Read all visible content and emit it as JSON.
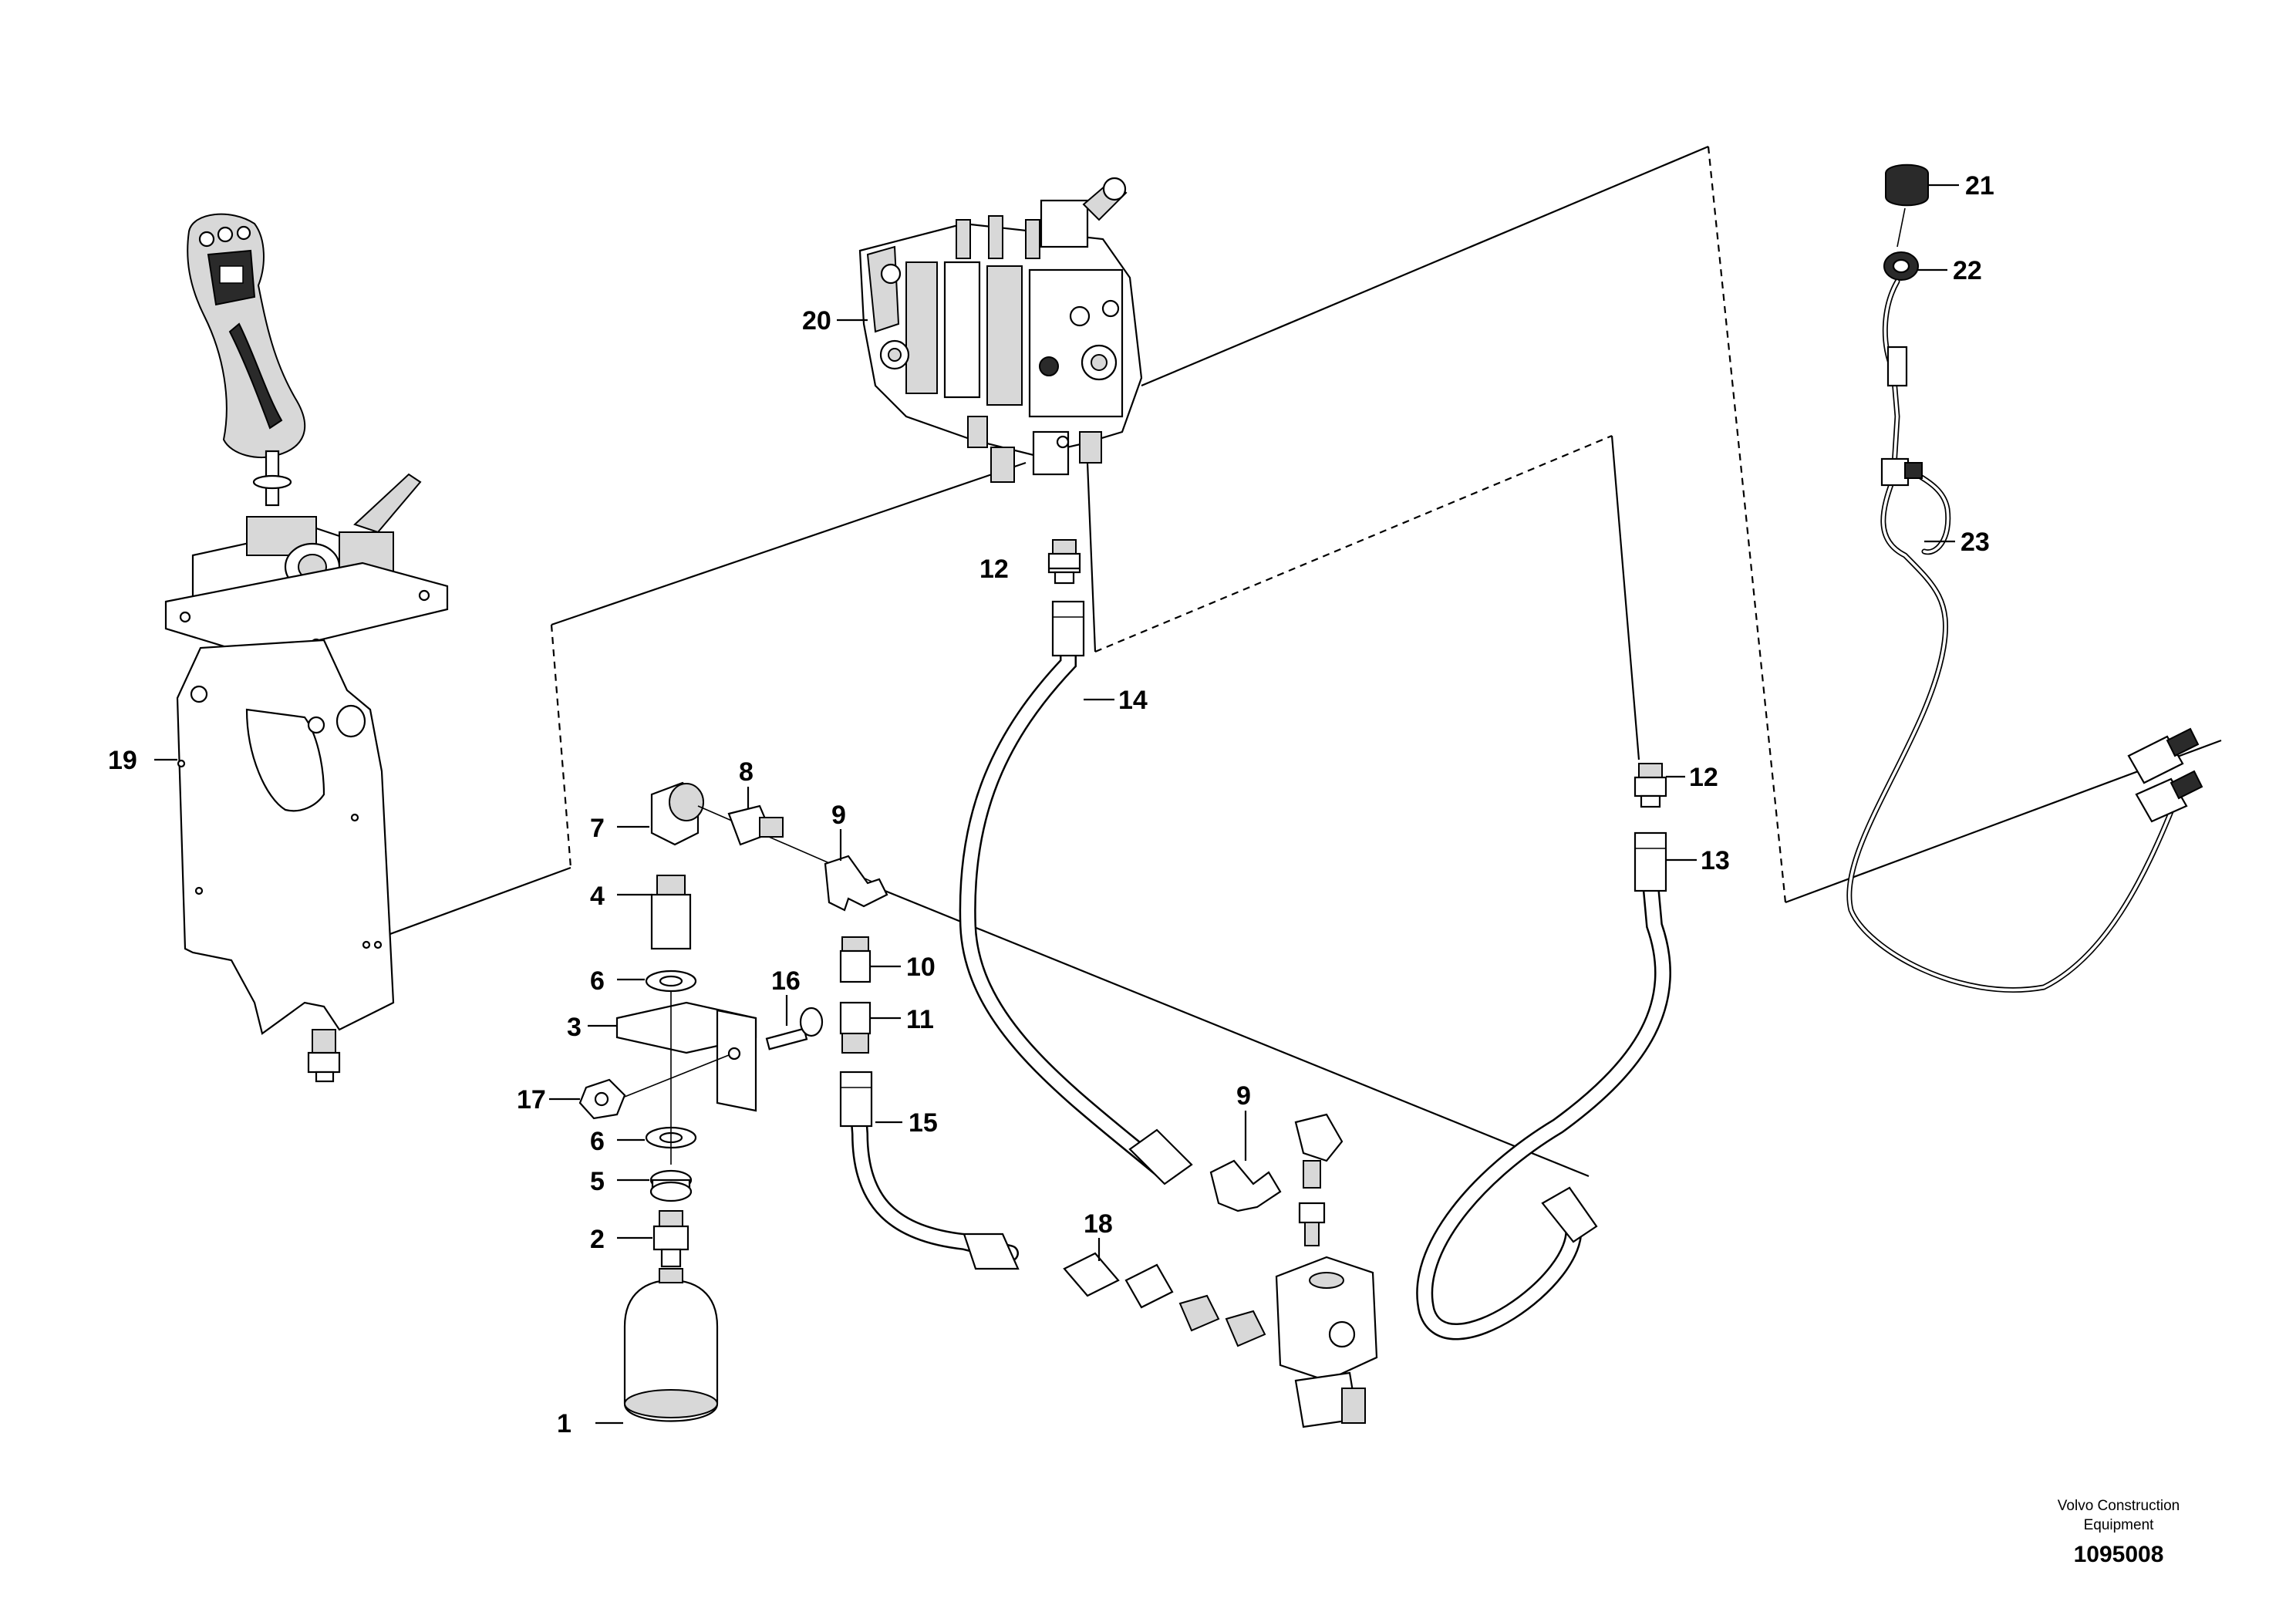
{
  "diagram": {
    "part_labels": {
      "p1": "1",
      "p2": "2",
      "p3": "3",
      "p4": "4",
      "p5": "5",
      "p6a": "6",
      "p6b": "6",
      "p7": "7",
      "p8": "8",
      "p9a": "9",
      "p9b": "9",
      "p10": "10",
      "p11": "11",
      "p12a": "12",
      "p12b": "12",
      "p13": "13",
      "p14": "14",
      "p15": "15",
      "p16": "16",
      "p17": "17",
      "p18": "18",
      "p19": "19",
      "p20": "20",
      "p21": "21",
      "p22": "22",
      "p23": "23"
    },
    "footer": {
      "brand_line1": "Volvo Construction",
      "brand_line2": "Equipment",
      "drawing_number": "1095008"
    }
  }
}
